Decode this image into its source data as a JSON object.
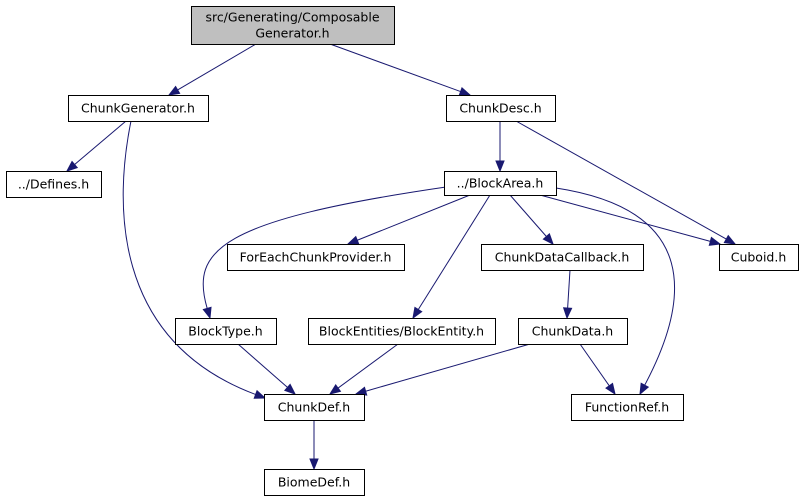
{
  "diagram": {
    "nodes": [
      {
        "id": "root",
        "lines": [
          "src/Generating/Composable",
          "Generator.h"
        ]
      },
      {
        "id": "chunk-generator",
        "lines": [
          "ChunkGenerator.h"
        ]
      },
      {
        "id": "chunk-desc",
        "lines": [
          "ChunkDesc.h"
        ]
      },
      {
        "id": "defines",
        "lines": [
          "../Defines.h"
        ]
      },
      {
        "id": "block-area",
        "lines": [
          "../BlockArea.h"
        ]
      },
      {
        "id": "for-each-chunk-provider",
        "lines": [
          "ForEachChunkProvider.h"
        ]
      },
      {
        "id": "chunk-data-callback",
        "lines": [
          "ChunkDataCallback.h"
        ]
      },
      {
        "id": "cuboid",
        "lines": [
          "Cuboid.h"
        ]
      },
      {
        "id": "block-type",
        "lines": [
          "BlockType.h"
        ]
      },
      {
        "id": "block-entity",
        "lines": [
          "BlockEntities/BlockEntity.h"
        ]
      },
      {
        "id": "chunk-data",
        "lines": [
          "ChunkData.h"
        ]
      },
      {
        "id": "chunk-def",
        "lines": [
          "ChunkDef.h"
        ]
      },
      {
        "id": "function-ref",
        "lines": [
          "FunctionRef.h"
        ]
      },
      {
        "id": "biome-def",
        "lines": [
          "BiomeDef.h"
        ]
      }
    ],
    "edges": [
      {
        "from": "root",
        "to": "chunk-generator"
      },
      {
        "from": "root",
        "to": "chunk-desc"
      },
      {
        "from": "chunk-generator",
        "to": "defines"
      },
      {
        "from": "chunk-generator",
        "to": "chunk-def"
      },
      {
        "from": "chunk-desc",
        "to": "block-area"
      },
      {
        "from": "chunk-desc",
        "to": "cuboid"
      },
      {
        "from": "block-area",
        "to": "block-type"
      },
      {
        "from": "block-area",
        "to": "for-each-chunk-provider"
      },
      {
        "from": "block-area",
        "to": "block-entity"
      },
      {
        "from": "block-area",
        "to": "chunk-data-callback"
      },
      {
        "from": "block-area",
        "to": "cuboid"
      },
      {
        "from": "block-area",
        "to": "function-ref"
      },
      {
        "from": "chunk-data-callback",
        "to": "chunk-data"
      },
      {
        "from": "block-type",
        "to": "chunk-def"
      },
      {
        "from": "block-entity",
        "to": "chunk-def"
      },
      {
        "from": "chunk-data",
        "to": "chunk-def"
      },
      {
        "from": "chunk-data",
        "to": "function-ref"
      },
      {
        "from": "chunk-def",
        "to": "biome-def"
      }
    ]
  }
}
